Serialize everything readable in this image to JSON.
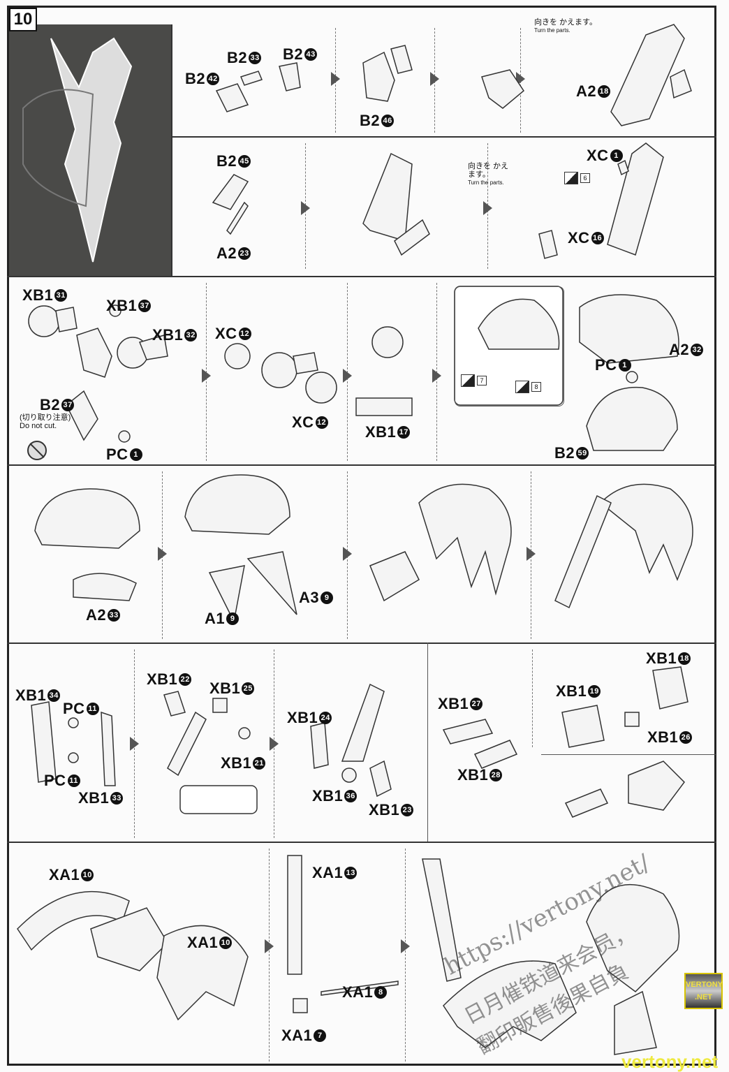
{
  "step_number": "10",
  "turn_note": {
    "jp": "向きを かえます。",
    "en": "Turn the parts."
  },
  "do_not_cut": {
    "jp": "(切り取り注意)",
    "en": "Do not cut."
  },
  "stickers": [
    "6",
    "7",
    "8"
  ],
  "labels": [
    {
      "part": "B2",
      "num": "33"
    },
    {
      "part": "B2",
      "num": "43"
    },
    {
      "part": "B2",
      "num": "42"
    },
    {
      "part": "B2",
      "num": "46"
    },
    {
      "part": "A2",
      "num": "18"
    },
    {
      "part": "B2",
      "num": "45"
    },
    {
      "part": "A2",
      "num": "23"
    },
    {
      "part": "XC",
      "num": "1"
    },
    {
      "part": "XC",
      "num": "16"
    },
    {
      "part": "XB1",
      "num": "31"
    },
    {
      "part": "XB1",
      "num": "37"
    },
    {
      "part": "XB1",
      "num": "32"
    },
    {
      "part": "B2",
      "num": "37"
    },
    {
      "part": "PC",
      "num": "1"
    },
    {
      "part": "XC",
      "num": "12"
    },
    {
      "part": "XC",
      "num": "12"
    },
    {
      "part": "XB1",
      "num": "17"
    },
    {
      "part": "PC",
      "num": "1"
    },
    {
      "part": "A2",
      "num": "32"
    },
    {
      "part": "B2",
      "num": "59"
    },
    {
      "part": "A2",
      "num": "33"
    },
    {
      "part": "A1",
      "num": "9"
    },
    {
      "part": "A3",
      "num": "9"
    },
    {
      "part": "XB1",
      "num": "34"
    },
    {
      "part": "PC",
      "num": "11"
    },
    {
      "part": "PC",
      "num": "11"
    },
    {
      "part": "XB1",
      "num": "33"
    },
    {
      "part": "XB1",
      "num": "22"
    },
    {
      "part": "XB1",
      "num": "25"
    },
    {
      "part": "XB1",
      "num": "21"
    },
    {
      "part": "XB1",
      "num": "24"
    },
    {
      "part": "XB1",
      "num": "36"
    },
    {
      "part": "XB1",
      "num": "23"
    },
    {
      "part": "XB1",
      "num": "27"
    },
    {
      "part": "XB1",
      "num": "28"
    },
    {
      "part": "XB1",
      "num": "18"
    },
    {
      "part": "XB1",
      "num": "19"
    },
    {
      "part": "XB1",
      "num": "26"
    },
    {
      "part": "XA1",
      "num": "10"
    },
    {
      "part": "XA1",
      "num": "10"
    },
    {
      "part": "XA1",
      "num": "13"
    },
    {
      "part": "XA1",
      "num": "8"
    },
    {
      "part": "XA1",
      "num": "7"
    }
  ],
  "watermark": {
    "url": "https://vertony.net/",
    "cn1": "日月催铁道来会员，",
    "cn2": "翻印販售後果自負"
  },
  "badge": "VERTONY .NET",
  "footer": "vertony.net"
}
